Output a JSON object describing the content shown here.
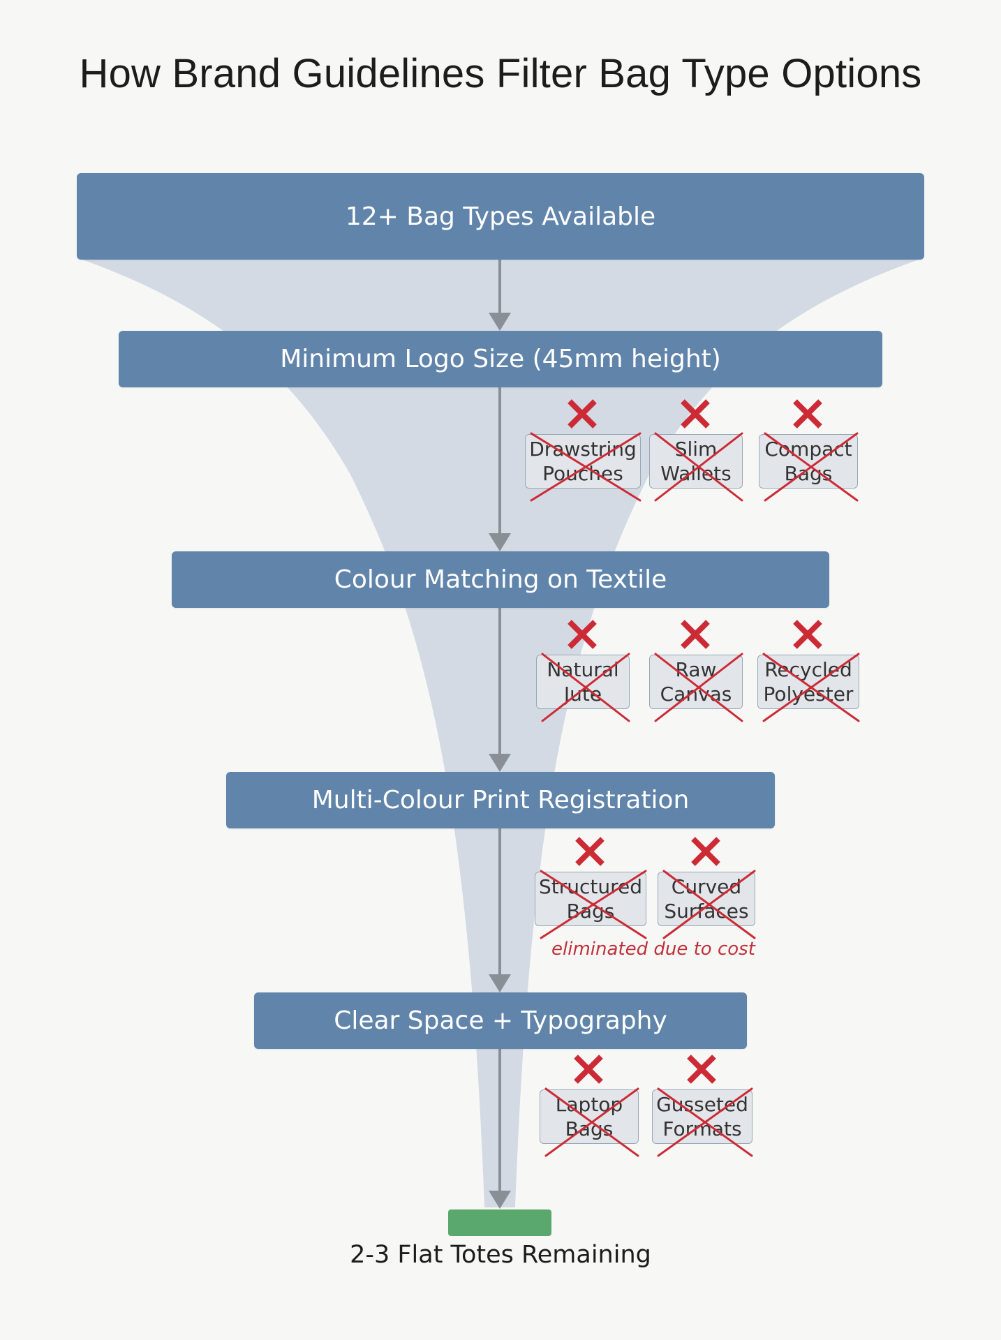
{
  "title": "How Brand Guidelines Filter Bag Type Options",
  "colors": {
    "stage": "#6084aa",
    "funnel": "#ccd5df",
    "arrow": "#8a8f96",
    "eliminated": "#cc2b36",
    "result": "#5aa86e"
  },
  "stages": [
    {
      "label": "12+ Bag Types Available"
    },
    {
      "label": "Minimum Logo Size (45mm height)"
    },
    {
      "label": "Colour Matching on Textile"
    },
    {
      "label": "Multi-Colour Print Registration"
    },
    {
      "label": "Clear Space + Typography"
    }
  ],
  "eliminated_groups": [
    {
      "after_stage": 1,
      "items": [
        {
          "lines": [
            "Drawstring",
            "Pouches"
          ],
          "icon": "x-mark-icon"
        },
        {
          "lines": [
            "Slim",
            "Wallets"
          ],
          "icon": "x-mark-icon"
        },
        {
          "lines": [
            "Compact",
            "Bags"
          ],
          "icon": "x-mark-icon"
        }
      ]
    },
    {
      "after_stage": 2,
      "items": [
        {
          "lines": [
            "Natural",
            "Jute"
          ],
          "icon": "x-mark-icon"
        },
        {
          "lines": [
            "Raw",
            "Canvas"
          ],
          "icon": "x-mark-icon"
        },
        {
          "lines": [
            "Recycled",
            "Polyester"
          ],
          "icon": "x-mark-icon"
        }
      ]
    },
    {
      "after_stage": 3,
      "items": [
        {
          "lines": [
            "Structured",
            "Bags"
          ],
          "icon": "x-mark-icon"
        },
        {
          "lines": [
            "Curved",
            "Surfaces"
          ],
          "icon": "x-mark-icon"
        }
      ],
      "note": "eliminated due to cost"
    },
    {
      "after_stage": 4,
      "items": [
        {
          "lines": [
            "Laptop",
            "Bags"
          ],
          "icon": "x-mark-icon"
        },
        {
          "lines": [
            "Gusseted",
            "Formats"
          ],
          "icon": "x-mark-icon"
        }
      ]
    }
  ],
  "result": {
    "label": "2-3 Flat Totes Remaining"
  }
}
